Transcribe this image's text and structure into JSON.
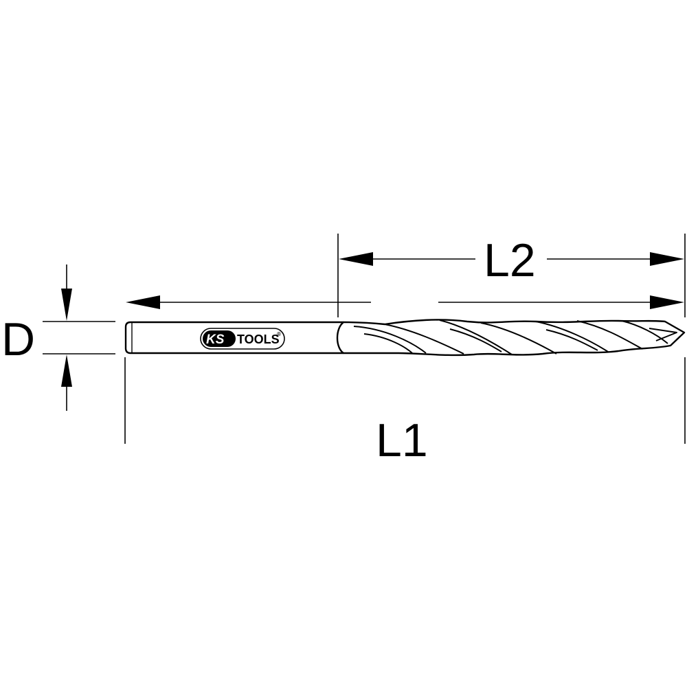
{
  "dimensions": {
    "diameter_label": "D",
    "total_length_label": "L1",
    "flute_length_label": "L2"
  },
  "logo": {
    "brand_left": "KS",
    "brand_right": "TOOLS",
    "registered_mark": "®"
  },
  "colors": {
    "line": "#000000",
    "background": "#ffffff"
  }
}
